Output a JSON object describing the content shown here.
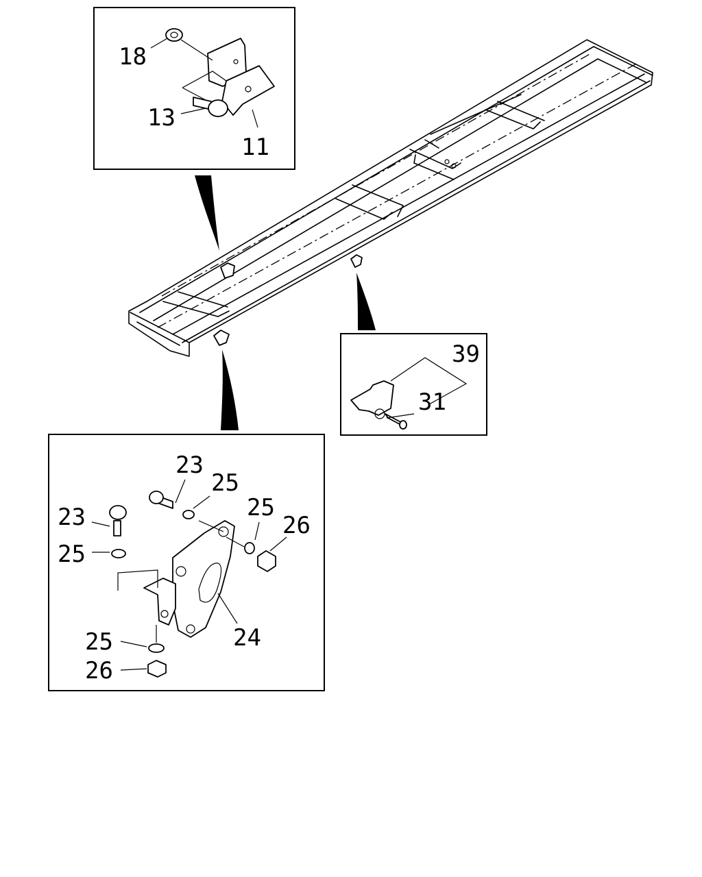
{
  "diagram": {
    "callouts": {
      "c18": "18",
      "c13": "13",
      "c11": "11",
      "c39": "39",
      "c31": "31",
      "c23a": "23",
      "c25a": "25",
      "c23b": "23",
      "c25b": "25",
      "c26a": "26",
      "c25c": "25",
      "c24": "24",
      "c25d": "25",
      "c26b": "26"
    }
  }
}
